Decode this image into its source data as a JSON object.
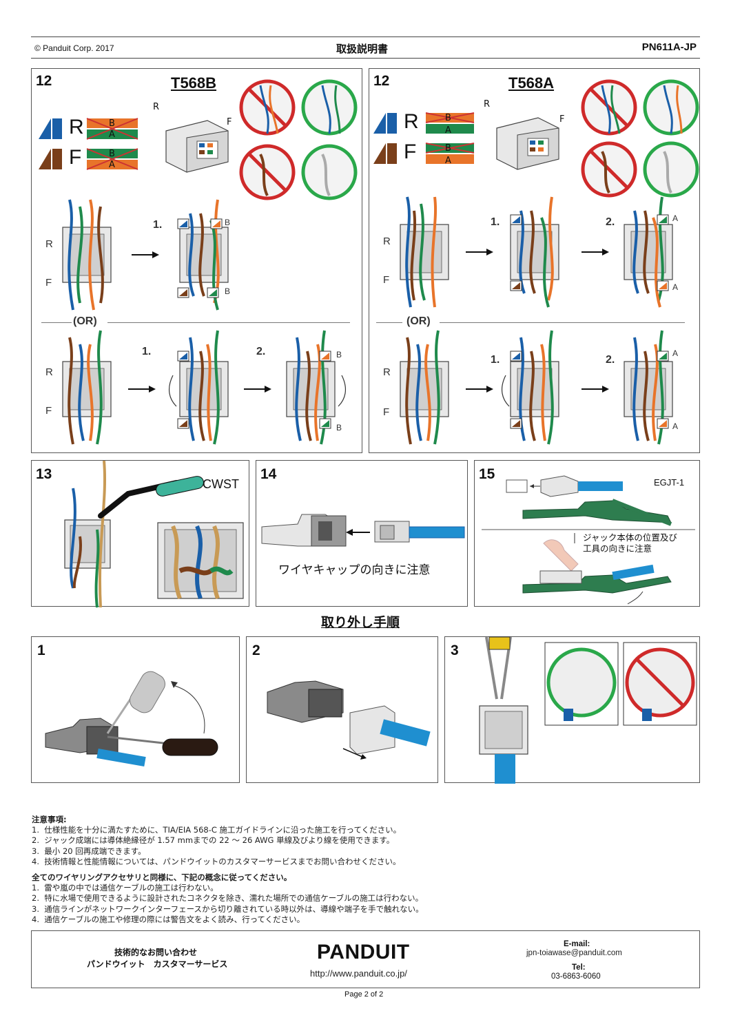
{
  "header": {
    "copyright": "© Panduit Corp. 2017",
    "title": "取扱説明書",
    "part_number": "PN611A-JP"
  },
  "step12_left": {
    "number": "12",
    "standard": "T568B",
    "row_r": "R",
    "row_f": "F",
    "pair_b": "B",
    "pair_a": "A",
    "step1": "1.",
    "step2": "2.",
    "or_label": "(OR)"
  },
  "step12_right": {
    "number": "12",
    "standard": "T568A",
    "row_r": "R",
    "row_f": "F",
    "pair_b": "B",
    "pair_a": "A",
    "step1": "1.",
    "step2": "2.",
    "or_label": "(OR)"
  },
  "step13": {
    "number": "13",
    "tool": "CWST"
  },
  "step14": {
    "number": "14",
    "caption": "ワイヤキャップの向きに注意"
  },
  "step15": {
    "number": "15",
    "tool": "EGJT-1",
    "caption_line1": "ジャック本体の位置及び",
    "caption_line2": "工具の向きに注意"
  },
  "removal": {
    "title": "取り外し手順",
    "step1": "1",
    "step2": "2",
    "step3": "3"
  },
  "notes": {
    "heading1": "注意事項:",
    "items1": [
      "1.  仕様性能を十分に満たすために、TIA/EIA 568-C 施工ガイドラインに沿った施工を行ってください。",
      "2.  ジャック成端には導体絶縁径が 1.57 mmまでの 22 〜 26 AWG 単線及びより線を使用できます。",
      "3.  最小 20 回再成端できます。",
      "4.  技術情報と性能情報については、パンドウイットのカスタマーサービスまでお問い合わせください。"
    ],
    "heading2": "全てのワイヤリングアクセサリと同様に、下記の概念に従ってください。",
    "items2": [
      "1.  雷や嵐の中では通信ケーブルの施工は行わない。",
      "2.  特に水場で使用できるように設計されたコネクタを除き、濡れた場所での通信ケーブルの施工は行わない。",
      "3.  通信ラインがネットワークインターフェースから切り離されている時以外は、導線や端子を手で触れない。",
      "4.  通信ケーブルの施工や修理の際には警告文をよく読み、行ってください。"
    ]
  },
  "footer": {
    "support_line1": "技術的なお問い合わせ",
    "support_line2": "パンドウイット　カスタマーサービス",
    "logo": "PANDUIT",
    "url": "http://www.panduit.co.jp/",
    "email_label": "E-mail:",
    "email": "jpn-toiawase@panduit.com",
    "tel_label": "Tel:",
    "tel": "03-6863-6060",
    "page": "Page 2 of 2"
  },
  "colors": {
    "blue": "#1a5fa8",
    "orange": "#e8742a",
    "green": "#1f8a4c",
    "brown": "#7a3f1a",
    "red": "#cf2a2a",
    "ok_green": "#2aa84a",
    "cable_blue": "#1f8fd0"
  }
}
